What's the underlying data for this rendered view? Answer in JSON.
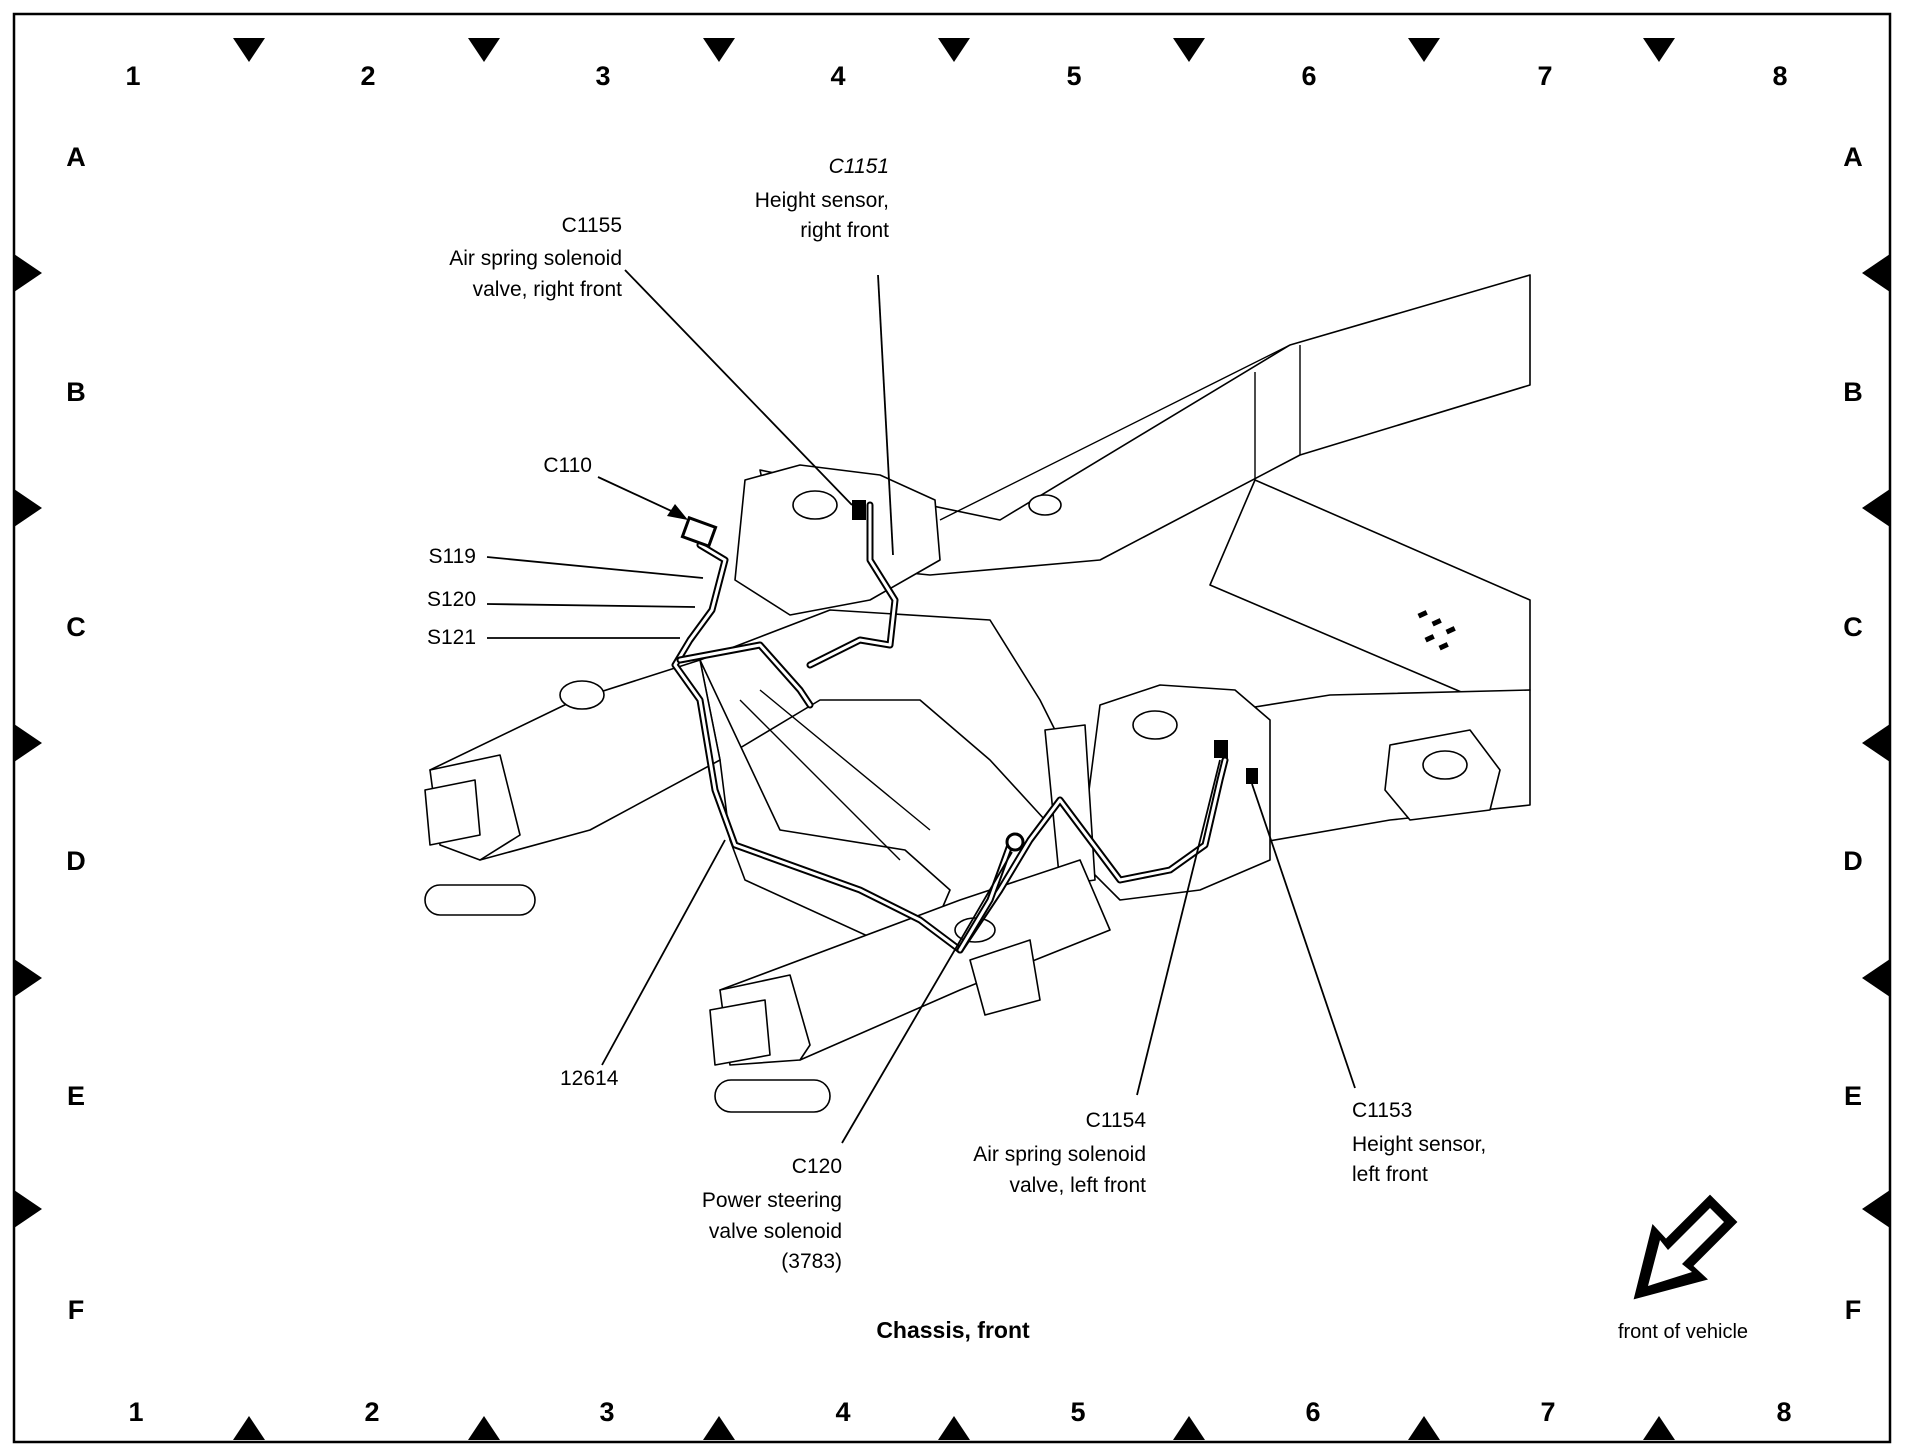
{
  "grid": {
    "columns": [
      "1",
      "2",
      "3",
      "4",
      "5",
      "6",
      "7",
      "8"
    ],
    "rows": [
      "A",
      "B",
      "C",
      "D",
      "E",
      "F"
    ]
  },
  "callouts": {
    "c1151": {
      "code": "C1151",
      "line1": "Height sensor,",
      "line2": "right front"
    },
    "c1155": {
      "code": "C1155",
      "line1": "Air spring solenoid",
      "line2": "valve, right front"
    },
    "c110": {
      "code": "C110"
    },
    "s119": {
      "code": "S119"
    },
    "s120": {
      "code": "S120"
    },
    "s121": {
      "code": "S121"
    },
    "n12614": {
      "code": "12614"
    },
    "c120": {
      "code": "C120",
      "line1": "Power steering",
      "line2": "valve solenoid",
      "line3": "(3783)"
    },
    "c1154": {
      "code": "C1154",
      "line1": "Air spring solenoid",
      "line2": "valve, left front"
    },
    "c1153": {
      "code": "C1153",
      "line1": "Height sensor,",
      "line2": "left front"
    }
  },
  "caption": "Chassis, front",
  "front_label": "front of vehicle"
}
